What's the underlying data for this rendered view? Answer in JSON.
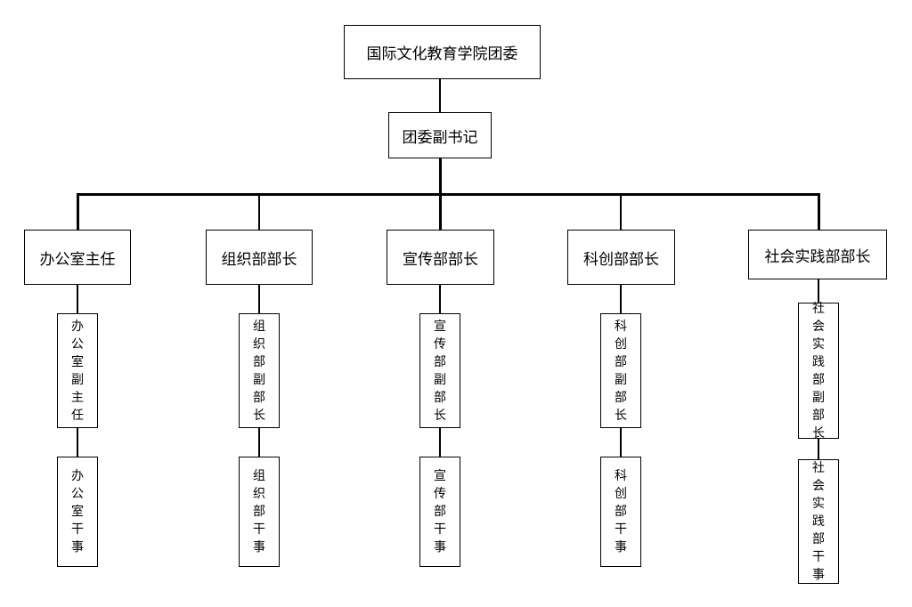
{
  "root": {
    "label": "国际文化教育学院团委"
  },
  "deputy": {
    "label": "团委副书记"
  },
  "departments": [
    {
      "head": "办公室主任",
      "deputy": "办公室副主任",
      "staff": "办公室干事"
    },
    {
      "head": "组织部部长",
      "deputy": "组织部副部长",
      "staff": "组织部干事"
    },
    {
      "head": "宣传部部长",
      "deputy": "宣传部副部长",
      "staff": "宣传部干事"
    },
    {
      "head": "科创部部长",
      "deputy": "科创部副部长",
      "staff": "科创部干事"
    },
    {
      "head": "社会实践部部长",
      "deputy": "社会实践部副部长",
      "staff": "社会实践部干事"
    }
  ]
}
